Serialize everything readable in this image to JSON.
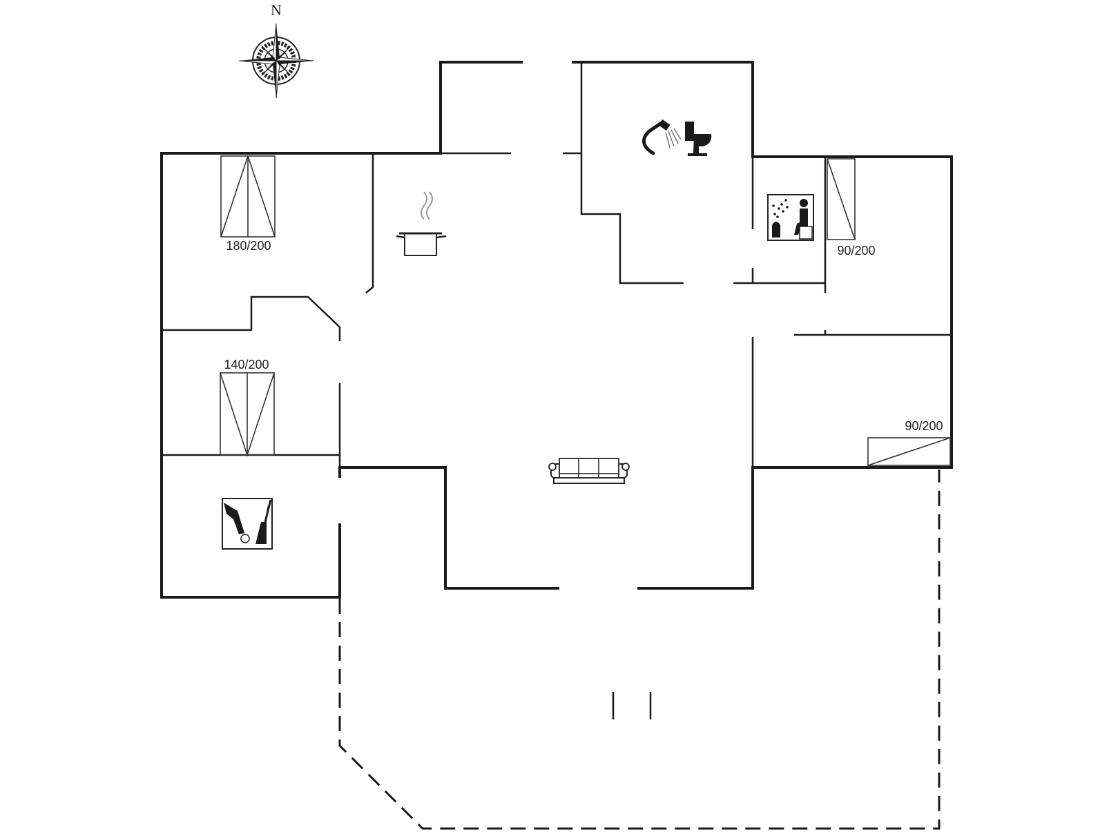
{
  "compass": {
    "label": "N"
  },
  "beds": [
    {
      "label": "180/200"
    },
    {
      "label": "140/200"
    },
    {
      "label": "90/200"
    },
    {
      "label": "90/200"
    }
  ],
  "icons": {
    "kitchen": "cooking-pot-icon",
    "shower": "shower-icon",
    "toilet": "toilet-icon",
    "sauna": "sauna-icon",
    "utility": "washing-machine-icon",
    "living": "sofa-icon"
  }
}
